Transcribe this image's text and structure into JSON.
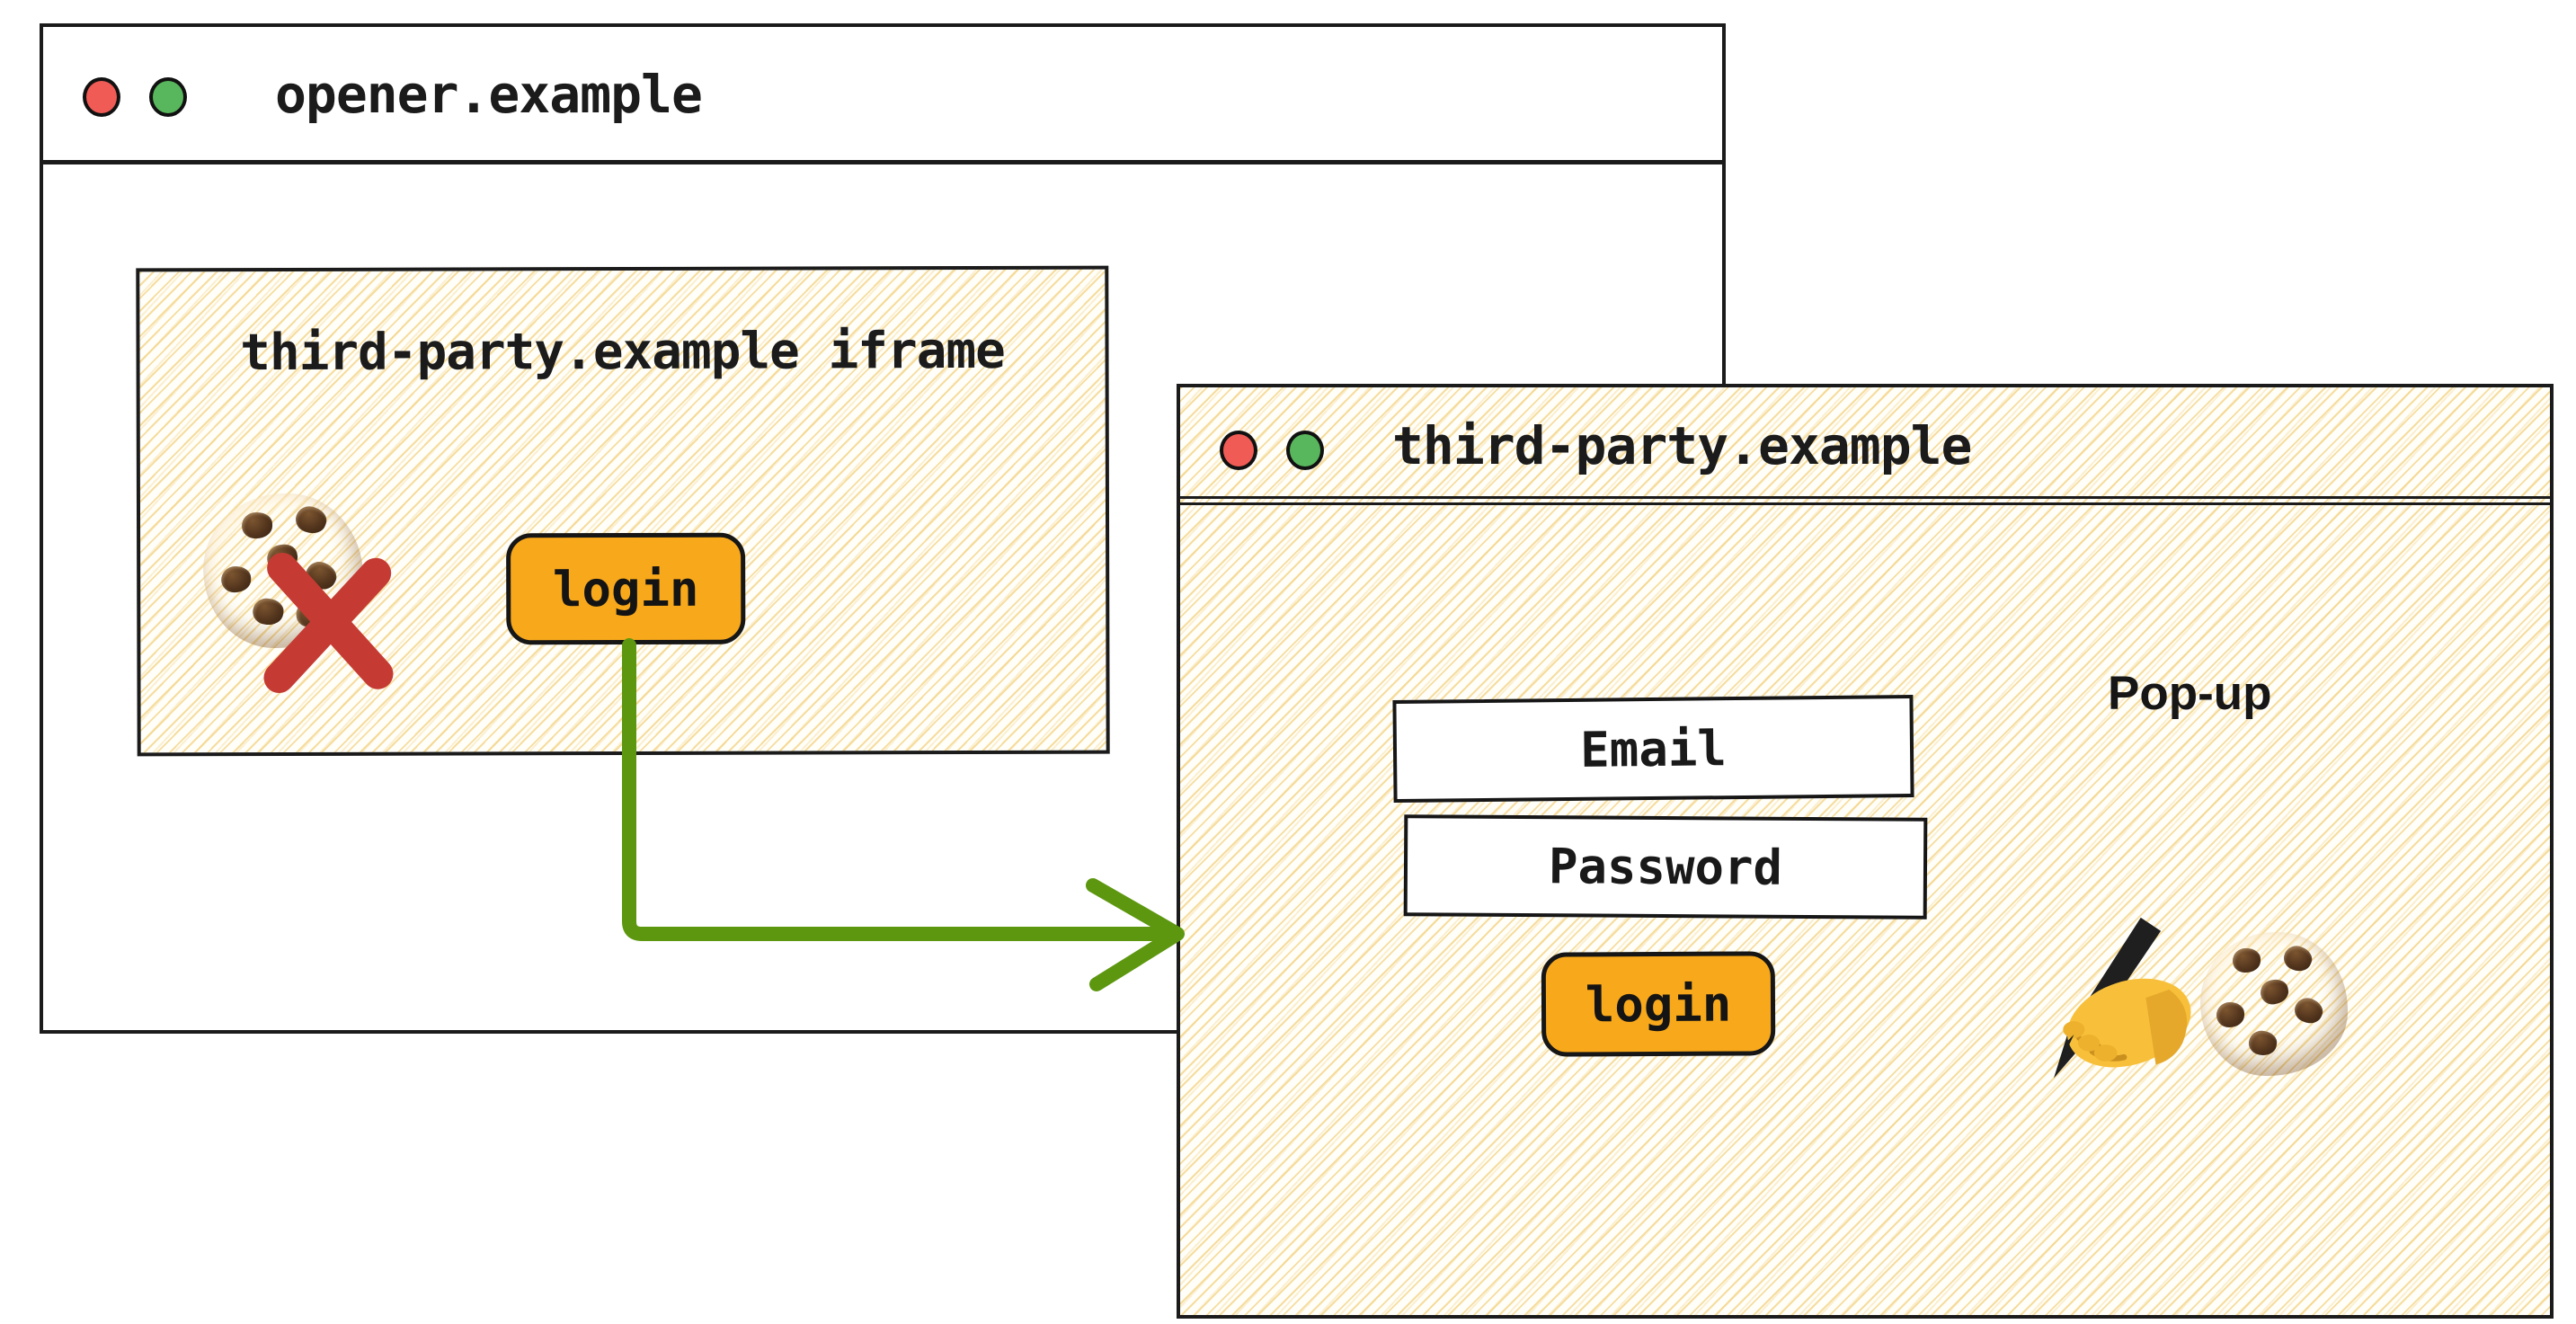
{
  "opener_window": {
    "title": "opener.example",
    "iframe": {
      "label": "third-party.example iframe",
      "login_button_label": "login"
    }
  },
  "popup_window": {
    "title": "third-party.example",
    "annotation": "Pop-up",
    "email_field_label": "Email",
    "password_field_label": "Password",
    "login_button_label": "login"
  },
  "icons": {
    "opener_iframe": [
      "cookie-icon",
      "blocked-x-icon"
    ],
    "popup": [
      "writing-hand-icon",
      "cookie-icon"
    ],
    "window_controls": [
      "red-traffic-dot",
      "green-traffic-dot"
    ],
    "flow": [
      "green-elbow-arrow"
    ]
  },
  "colors": {
    "ink": "#1B1B1B",
    "accent_orange": "#F8A81B",
    "arrow_green": "#5D9710",
    "blocked_red": "#C53B33",
    "traffic_red": "#F05B55",
    "traffic_green": "#58B75C",
    "hatch_yellow": "#F3D282"
  }
}
